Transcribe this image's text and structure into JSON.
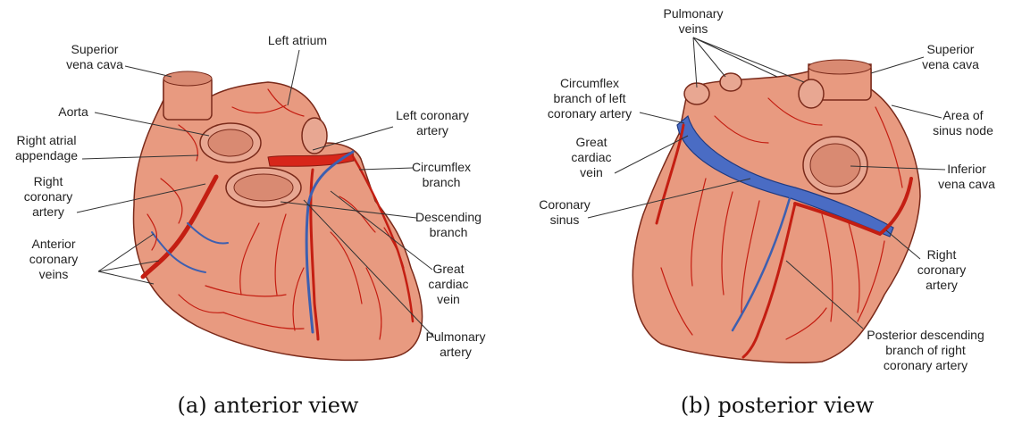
{
  "labels": {
    "a": {
      "superior_vena_cava": [
        "Superior",
        "vena cava"
      ],
      "left_atrium": [
        "Left atrium"
      ],
      "aorta": [
        "Aorta"
      ],
      "right_atrial_appendage": [
        "Right atrial",
        "appendage"
      ],
      "right_coronary_artery": [
        "Right",
        "coronary",
        "artery"
      ],
      "anterior_coronary_veins": [
        "Anterior",
        "coronary",
        "veins"
      ],
      "left_coronary_artery": [
        "Left coronary",
        "artery"
      ],
      "circumflex_branch": [
        "Circumflex",
        "branch"
      ],
      "descending_branch": [
        "Descending",
        "branch"
      ],
      "great_cardiac_vein": [
        "Great",
        "cardiac",
        "vein"
      ],
      "pulmonary_artery": [
        "Pulmonary",
        "artery"
      ]
    },
    "b": {
      "pulmonary_veins": [
        "Pulmonary",
        "veins"
      ],
      "circumflex_branch_left": [
        "Circumflex",
        "branch of left",
        "coronary artery"
      ],
      "great_cardiac_vein": [
        "Great",
        "cardiac",
        "vein"
      ],
      "coronary_sinus": [
        "Coronary",
        "sinus"
      ],
      "superior_vena_cava": [
        "Superior",
        "vena cava"
      ],
      "area_of_sinus_node": [
        "Area of",
        "sinus node"
      ],
      "inferior_vena_cava": [
        "Inferior",
        "vena cava"
      ],
      "right_coronary_artery": [
        "Right",
        "coronary",
        "artery"
      ],
      "posterior_descending": [
        "Posterior descending",
        "branch of right",
        "coronary artery"
      ]
    }
  },
  "captions": {
    "a": "(a) anterior view",
    "b": "(b) posterior view"
  },
  "colors": {
    "heart": "#e89a80",
    "artery": "#c41e12",
    "vein": "#3d5fb0"
  }
}
